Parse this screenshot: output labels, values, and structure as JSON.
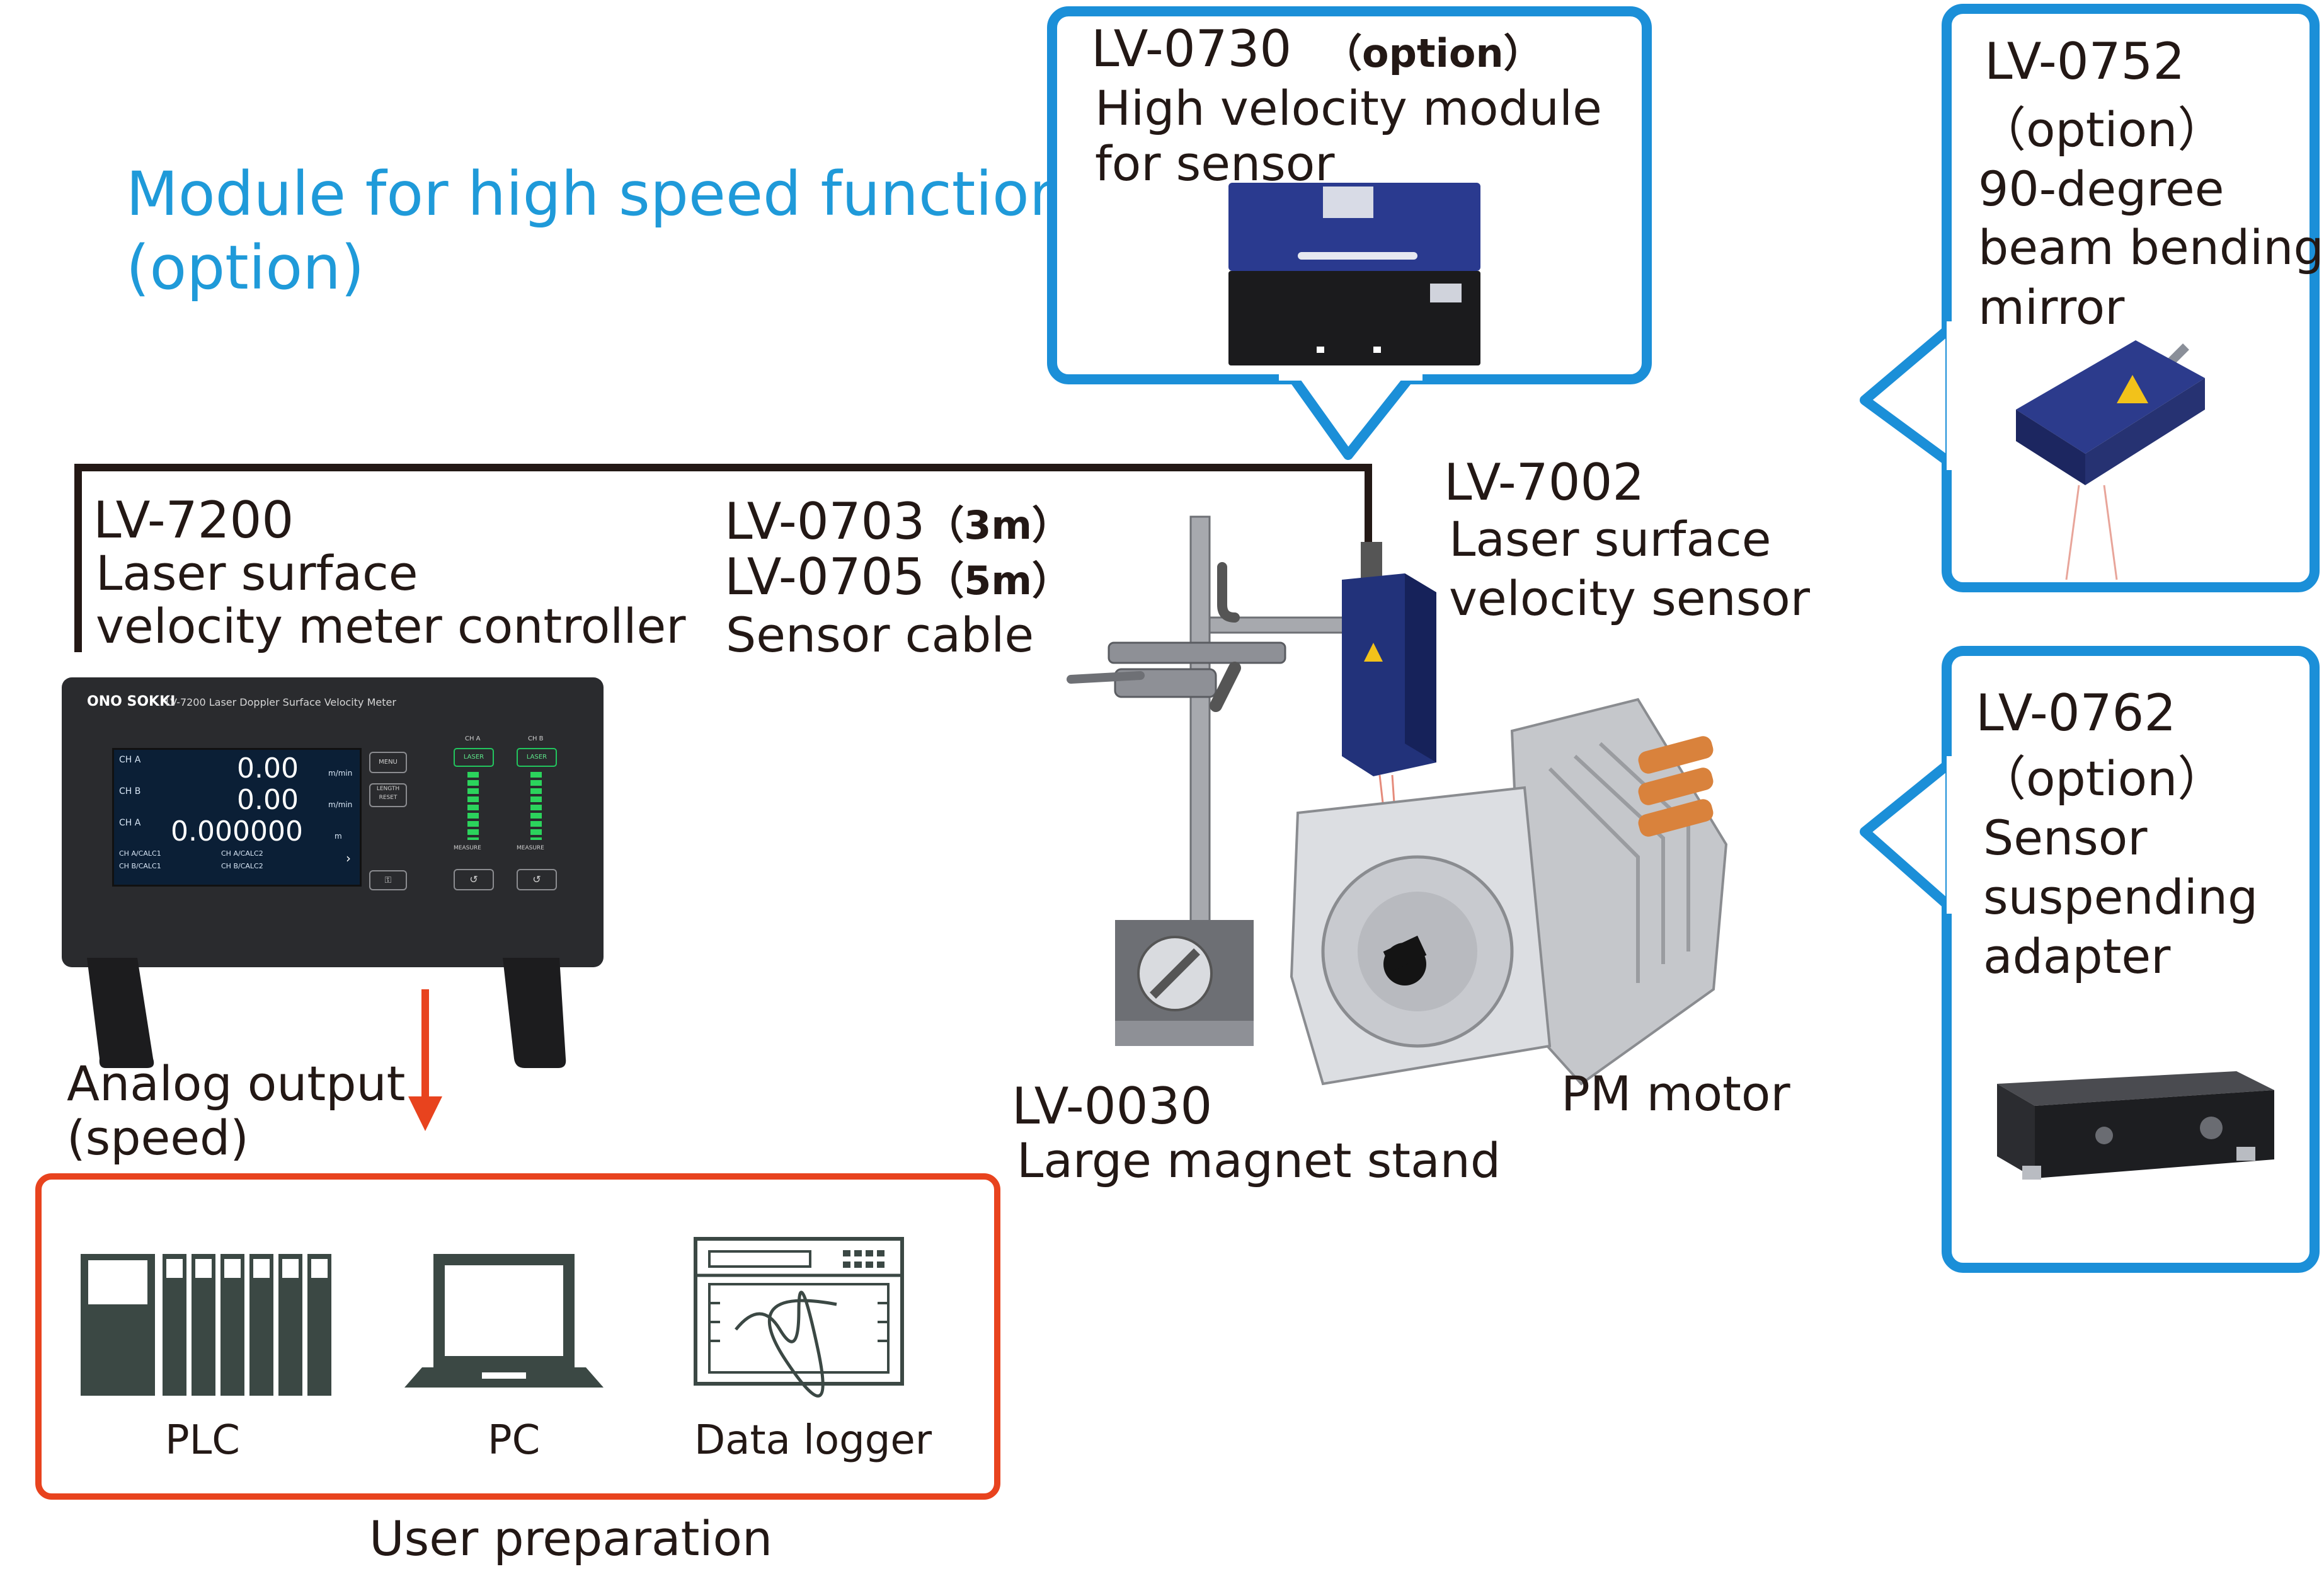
{
  "heading": {
    "line1": "Module for high speed function",
    "line2": "(option)"
  },
  "lv0730": {
    "model": "LV-0730",
    "option": "（option）",
    "line1": "High velocity module",
    "line2": "for sensor"
  },
  "lv0752": {
    "model": "LV-0752",
    "option": "（option）",
    "line1": "90-degree",
    "line2": "beam bending",
    "line3": " mirror"
  },
  "lv0762": {
    "model": "LV-0762",
    "option": "（option）",
    "line1": "Sensor",
    "line2": "suspending",
    "line3": "adapter"
  },
  "lv7200": {
    "model": "LV-7200",
    "line1": "Laser surface",
    "line2": "velocity meter controller"
  },
  "cable": {
    "model1": "LV-0703",
    "len1": "（3m）",
    "model2": "LV-0705",
    "len2": "（5m）",
    "line1": "Sensor cable"
  },
  "lv7002": {
    "model": "LV-7002",
    "line1": "Laser surface",
    "line2": "velocity sensor"
  },
  "lv0030": {
    "model": "LV-0030",
    "line1": "Large magnet stand"
  },
  "motor": {
    "label": "PM motor"
  },
  "analog": {
    "line1": "Analog output",
    "line2": "(speed)"
  },
  "devices": {
    "plc": "PLC",
    "pc": "PC",
    "logger": "Data logger"
  },
  "footer": {
    "label": "User preparation"
  },
  "controller_screen": {
    "brand": "ONO SOKKI",
    "title": "LV-7200  Laser Doppler Surface Velocity Meter",
    "rows": [
      {
        "ch": "CH A",
        "value": "0.00",
        "unit": "m/min"
      },
      {
        "ch": "CH B",
        "value": "0.00",
        "unit": "m/min"
      },
      {
        "ch": "CH A",
        "value": "0.000000",
        "unit": "m"
      }
    ],
    "calc": [
      "CH A/CALC1",
      "CH A/CALC2",
      "CH B/CALC1",
      "CH B/CALC2"
    ],
    "buttons": {
      "menu": "MENU",
      "length_reset": "LENGTH RESET"
    },
    "ch_labels": [
      "CH A",
      "CH B"
    ],
    "laser": "LASER",
    "measure": "MEASURE"
  },
  "colors": {
    "accent_blue": "#1b8fd8",
    "heading_blue": "#1f9ad9",
    "red": "#e8431e",
    "text": "#231815"
  }
}
